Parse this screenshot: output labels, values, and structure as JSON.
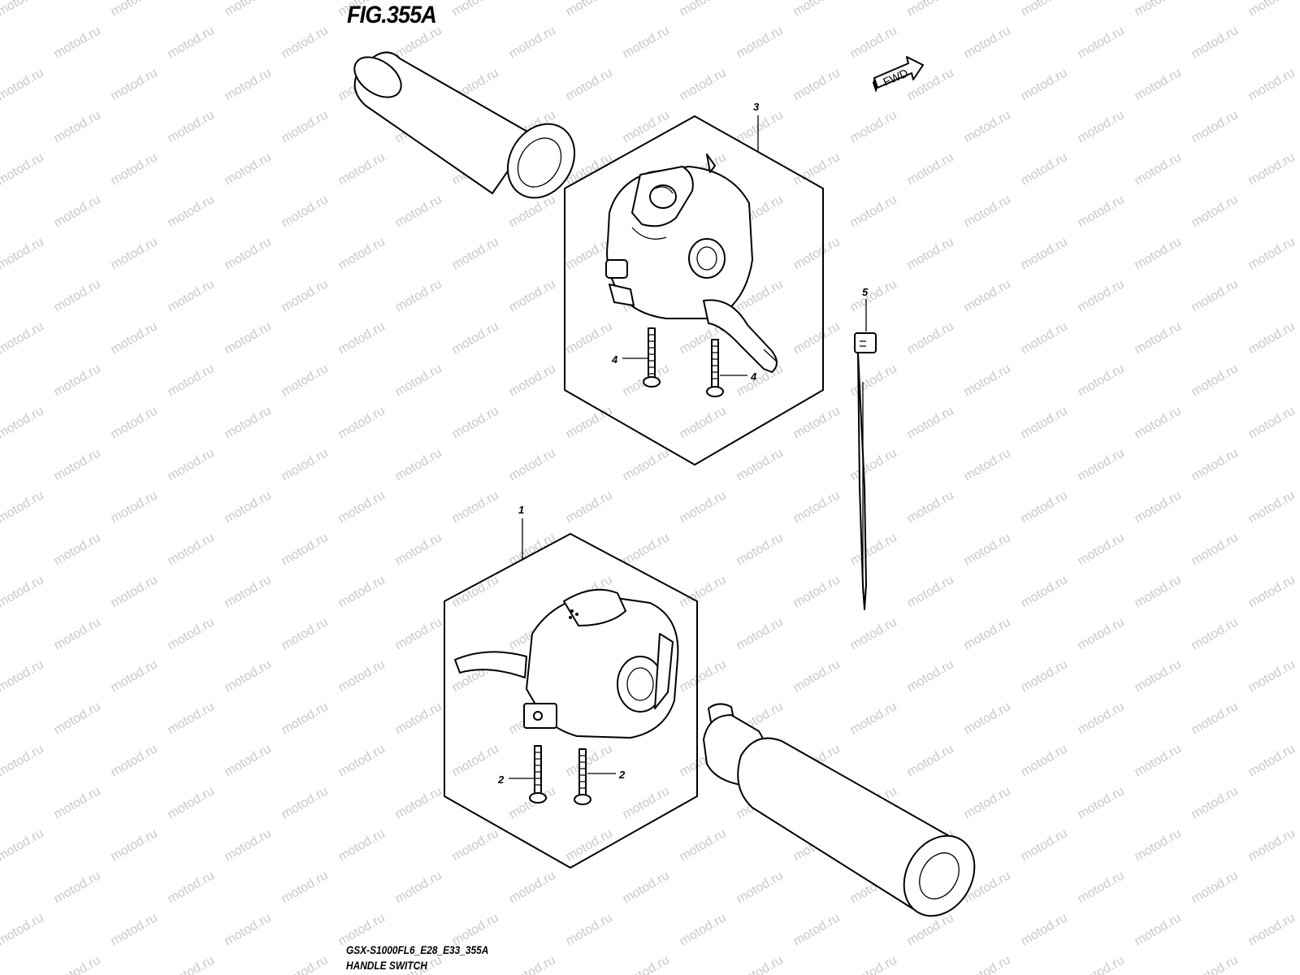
{
  "figure": {
    "title": "FIG.355A",
    "model_code": "GSX-S1000FL6_E28_E33_355A",
    "assembly_name": "HANDLE SWITCH",
    "direction_label": "FWD",
    "watermark": "motod.ru"
  },
  "callouts": [
    {
      "id": "callout-1",
      "label": "1"
    },
    {
      "id": "callout-2a",
      "label": "2"
    },
    {
      "id": "callout-2b",
      "label": "2"
    },
    {
      "id": "callout-3",
      "label": "3"
    },
    {
      "id": "callout-4a",
      "label": "4"
    },
    {
      "id": "callout-4b",
      "label": "4"
    },
    {
      "id": "callout-5",
      "label": "5"
    }
  ],
  "colors": {
    "line": "#000000",
    "background": "#ffffff",
    "watermark": "#c9c9c9"
  }
}
